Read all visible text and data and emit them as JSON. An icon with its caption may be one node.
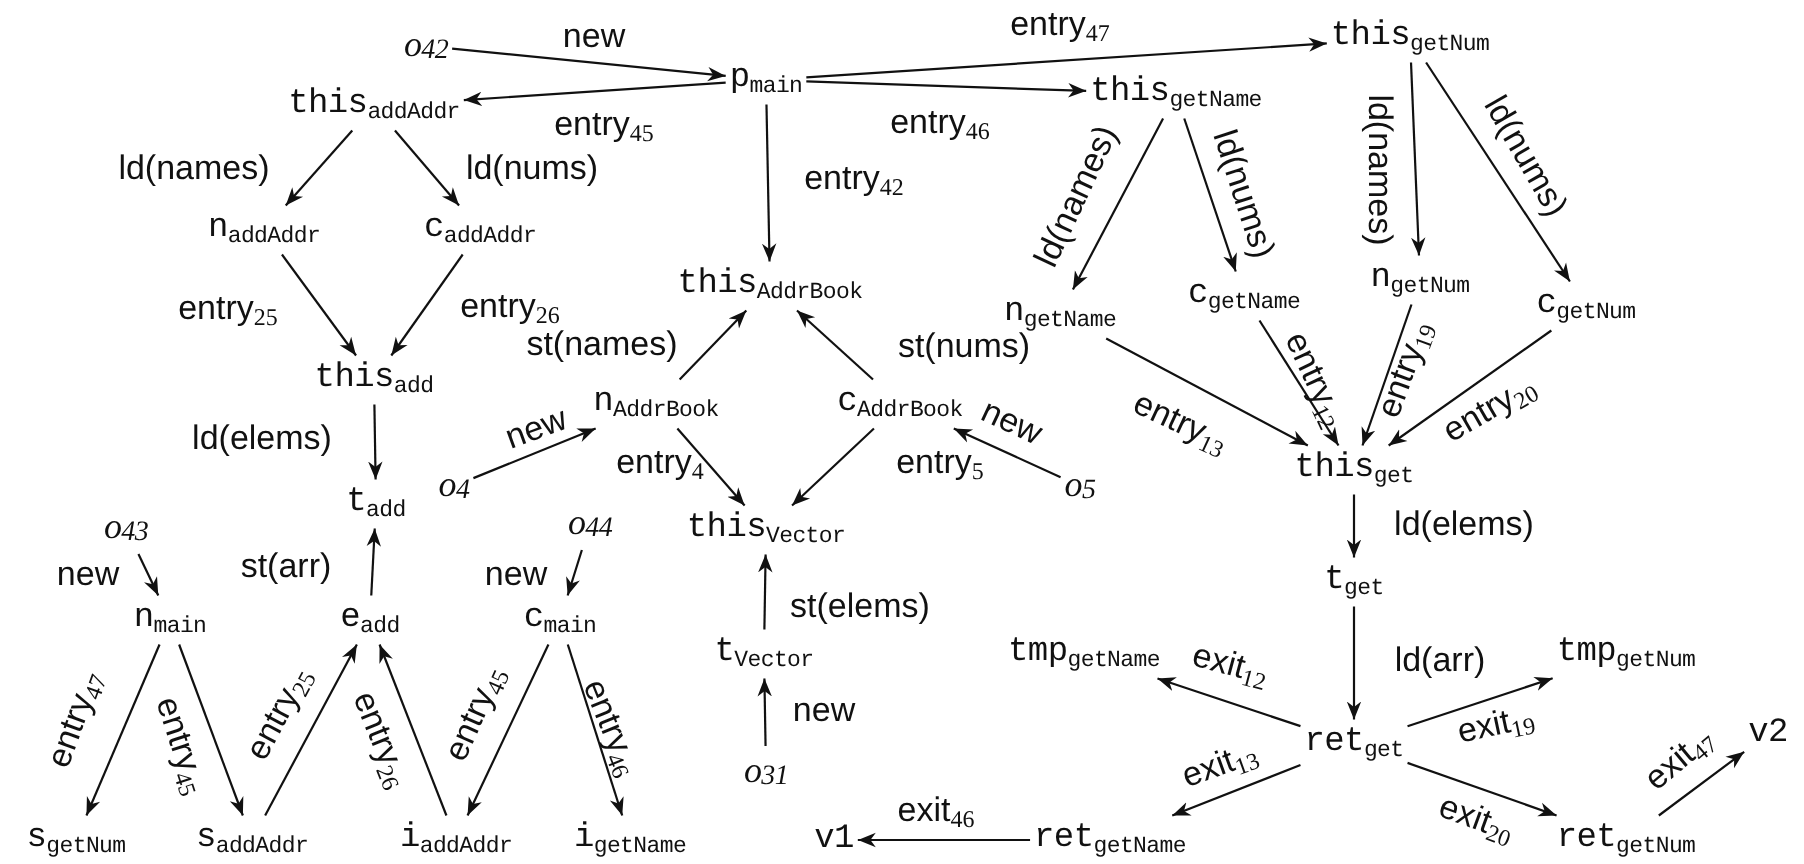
{
  "diagram": {
    "nodes": [
      {
        "text": [
          "o$_{42}$"
        ]
      },
      {
        "text": [
          "p$_{main}$"
        ]
      },
      {
        "text": [
          "this$_{addAddr}$"
        ]
      },
      {
        "text": [
          "this$_{getNum}$"
        ]
      },
      {
        "text": [
          "this$_{getName}$"
        ]
      },
      {
        "text": [
          "n$_{addAddr}$"
        ]
      },
      {
        "text": [
          "c$_{addAddr}$"
        ]
      },
      {
        "text": [
          "this$_{AddrBook}$"
        ]
      },
      {
        "text": [
          "n$_{getName}$"
        ]
      },
      {
        "text": [
          "c$_{getName}$"
        ]
      },
      {
        "text": [
          "n$_{getNum}$"
        ]
      },
      {
        "text": [
          "c$_{getNum}$"
        ]
      },
      {
        "text": [
          "this$_{add}$"
        ]
      },
      {
        "text": [
          "n$_{AddrBook}$"
        ]
      },
      {
        "text": [
          "c$_{AddrBook}$"
        ]
      },
      {
        "text": [
          "this$_{get}$"
        ]
      },
      {
        "text": [
          "o$_{4}$"
        ]
      },
      {
        "text": [
          "t$_{add}$"
        ]
      },
      {
        "text": [
          "o$_{5}$"
        ]
      },
      {
        "text": [
          "this$_{Vector}$"
        ]
      },
      {
        "text": [
          "o$_{43}$"
        ]
      },
      {
        "text": [
          "o$_{44}$"
        ]
      },
      {
        "text": [
          "t$_{get}$"
        ]
      },
      {
        "text": [
          "n$_{main}$"
        ]
      },
      {
        "text": [
          "e$_{add}$"
        ]
      },
      {
        "text": [
          "c$_{main}$"
        ]
      },
      {
        "text": [
          "t$_{Vector}$"
        ]
      },
      {
        "text": [
          "tmp$_{getName}$"
        ]
      },
      {
        "text": [
          "tmp$_{getNum}$"
        ]
      },
      {
        "text": [
          "ret$_{get}$"
        ]
      },
      {
        "text": [
          "v2"
        ]
      },
      {
        "text": [
          "o$_{31}$"
        ]
      },
      {
        "text": [
          "s$_{getNum}$"
        ]
      },
      {
        "text": [
          "s$_{addAddr}$"
        ]
      },
      {
        "text": [
          "i$_{addAddr}$"
        ]
      },
      {
        "text": [
          "i$_{getName}$"
        ]
      },
      {
        "text": [
          "v1"
        ]
      },
      {
        "text": [
          "ret$_{getName}$"
        ]
      },
      {
        "text": [
          "ret$_{getNum}$"
        ]
      }
    ],
    "edges": [
      {
        "from": 0,
        "to": 1,
        "arrow": "to",
        "label": "new"
      },
      {
        "from": 1,
        "to": 2,
        "arrow": "to",
        "label": "entry$_{45}$"
      },
      {
        "from": 1,
        "to": 3,
        "arrow": "to",
        "label": "entry$_{47}$"
      },
      {
        "from": 1,
        "to": 4,
        "arrow": "to",
        "label": "entry$_{46}$"
      },
      {
        "from": 1,
        "to": 7,
        "arrow": "to",
        "label": "entry$_{42}$"
      },
      {
        "from": 2,
        "to": 5,
        "arrow": "to",
        "label": "ld(names)"
      },
      {
        "from": 2,
        "to": 6,
        "arrow": "to",
        "label": "ld(nums)"
      },
      {
        "from": 4,
        "to": 8,
        "arrow": "to",
        "label": "ld(names)"
      },
      {
        "from": 4,
        "to": 9,
        "arrow": "to",
        "label": "ld(nums)"
      },
      {
        "from": 3,
        "to": 10,
        "arrow": "to",
        "label": "ld(names)"
      },
      {
        "from": 3,
        "to": 11,
        "arrow": "to",
        "label": "ld(nums)"
      },
      {
        "from": 5,
        "to": 12,
        "arrow": "to",
        "label": "entry$_{25}$"
      },
      {
        "from": 6,
        "to": 12,
        "arrow": "to",
        "label": "entry$_{26}$"
      },
      {
        "from": 13,
        "to": 7,
        "arrow": "to",
        "label": "st(names)"
      },
      {
        "from": 14,
        "to": 7,
        "arrow": "to",
        "label": "st(nums)"
      },
      {
        "from": 16,
        "to": 13,
        "arrow": "to",
        "label": "new"
      },
      {
        "from": 18,
        "to": 14,
        "arrow": "to",
        "label": "new"
      },
      {
        "from": 13,
        "to": 19,
        "arrow": "to",
        "label": "entry$_{4}$"
      },
      {
        "from": 14,
        "to": 19,
        "arrow": "to",
        "label": "entry$_{5}$"
      },
      {
        "from": 8,
        "to": 15,
        "arrow": "to",
        "label": "entry$_{13}$"
      },
      {
        "from": 9,
        "to": 15,
        "arrow": "to",
        "label": "entry$_{12}$"
      },
      {
        "from": 10,
        "to": 15,
        "arrow": "to",
        "label": "entry$_{19}$"
      },
      {
        "from": 11,
        "to": 15,
        "arrow": "to",
        "label": "entry$_{20}$"
      },
      {
        "from": 12,
        "to": 17,
        "arrow": "to",
        "label": "ld(elems)"
      },
      {
        "from": 24,
        "to": 17,
        "arrow": "to",
        "label": "st(arr)"
      },
      {
        "from": 20,
        "to": 23,
        "arrow": "to",
        "label": "new"
      },
      {
        "from": 21,
        "to": 25,
        "arrow": "to",
        "label": "new"
      },
      {
        "from": 26,
        "to": 19,
        "arrow": "to",
        "label": "st(elems)"
      },
      {
        "from": 31,
        "to": 26,
        "arrow": "to",
        "label": "new"
      },
      {
        "from": 15,
        "to": 22,
        "arrow": "to",
        "label": "ld(elems)"
      },
      {
        "from": 22,
        "to": 29,
        "arrow": "to",
        "label": "ld(arr)"
      },
      {
        "from": 29,
        "to": 27,
        "arrow": "to",
        "label": "exit$_{12}$"
      },
      {
        "from": 29,
        "to": 28,
        "arrow": "to",
        "label": "exit$_{19}$"
      },
      {
        "from": 29,
        "to": 37,
        "arrow": "to",
        "label": "exit$_{13}$"
      },
      {
        "from": 29,
        "to": 38,
        "arrow": "to",
        "label": "exit$_{20}$"
      },
      {
        "from": 38,
        "to": 30,
        "arrow": "to",
        "label": "exit$_{47}$"
      },
      {
        "from": 37,
        "to": 36,
        "arrow": "to",
        "label": "exit$_{46}$"
      },
      {
        "from": 23,
        "to": 32,
        "arrow": "to",
        "label": "entry$_{47}$"
      },
      {
        "from": 23,
        "to": 33,
        "arrow": "to",
        "label": "entry$_{45}$"
      },
      {
        "from": 33,
        "to": 24,
        "arrow": "to",
        "label": "entry$_{25}$"
      },
      {
        "from": 34,
        "to": 24,
        "arrow": "to",
        "label": "entry$_{26}$"
      },
      {
        "from": 25,
        "to": 34,
        "arrow": "to",
        "label": "entry$_{45}$"
      },
      {
        "from": 25,
        "to": 35,
        "arrow": "to",
        "label": "entry$_{46}$"
      }
    ]
  }
}
